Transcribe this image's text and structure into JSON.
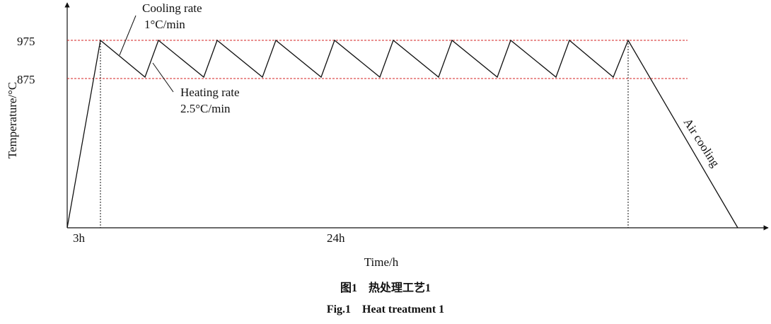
{
  "axes": {
    "y_label": "Temperature/°C",
    "x_label": "Time/h",
    "y_ticks": [
      "975",
      "875"
    ],
    "x_ticks": [
      "3h",
      "24h"
    ]
  },
  "annotations": {
    "cooling_line1": "Cooling rate",
    "cooling_line2": "1°C/min",
    "heating_line1": "Heating rate",
    "heating_line2": "2.5°C/min",
    "air_cooling": "Air cooling"
  },
  "caption": {
    "cn": "图1　热处理工艺1",
    "en": "Fig.1　Heat treatment 1"
  },
  "colors": {
    "curve": "#111111",
    "reference_lines": "#d62020"
  },
  "process": {
    "upper_temperature_c": 975,
    "lower_temperature_c": 875,
    "cycle_count": 9,
    "cooling_rate": "1°C/min",
    "heating_rate": "2.5°C/min",
    "final_cooling": "Air cooling"
  }
}
